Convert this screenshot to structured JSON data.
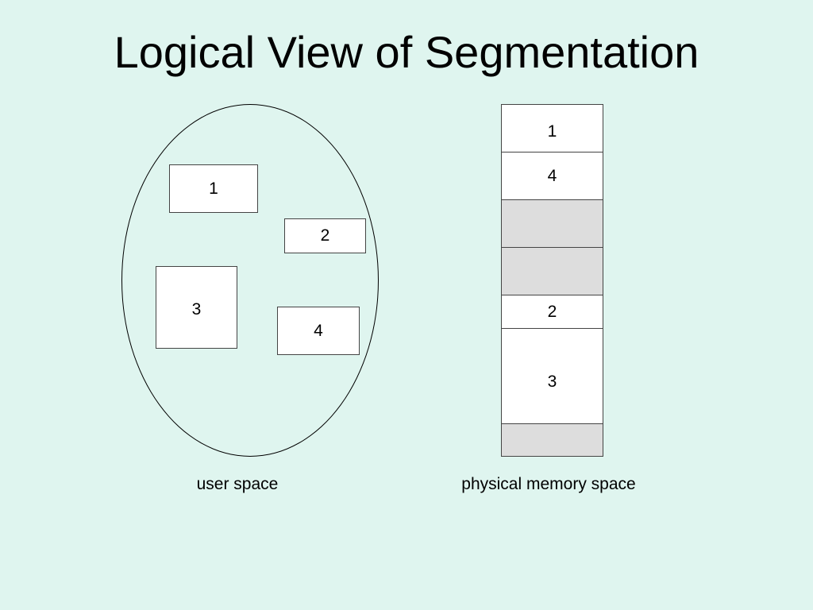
{
  "title": "Logical View of Segmentation",
  "user_space": {
    "segments": [
      {
        "label": "1"
      },
      {
        "label": "2"
      },
      {
        "label": "3"
      },
      {
        "label": "4"
      }
    ],
    "caption": "user space"
  },
  "physical_memory": {
    "blocks": [
      {
        "label": "1",
        "type": "segment"
      },
      {
        "label": "4",
        "type": "segment"
      },
      {
        "label": "",
        "type": "free"
      },
      {
        "label": "",
        "type": "free"
      },
      {
        "label": "2",
        "type": "segment"
      },
      {
        "label": "3",
        "type": "segment"
      },
      {
        "label": "",
        "type": "free"
      }
    ],
    "caption": "physical memory space"
  },
  "colors": {
    "background": "#dff5ef",
    "free_block": "#dddddd",
    "segment_fill": "#ffffff"
  }
}
